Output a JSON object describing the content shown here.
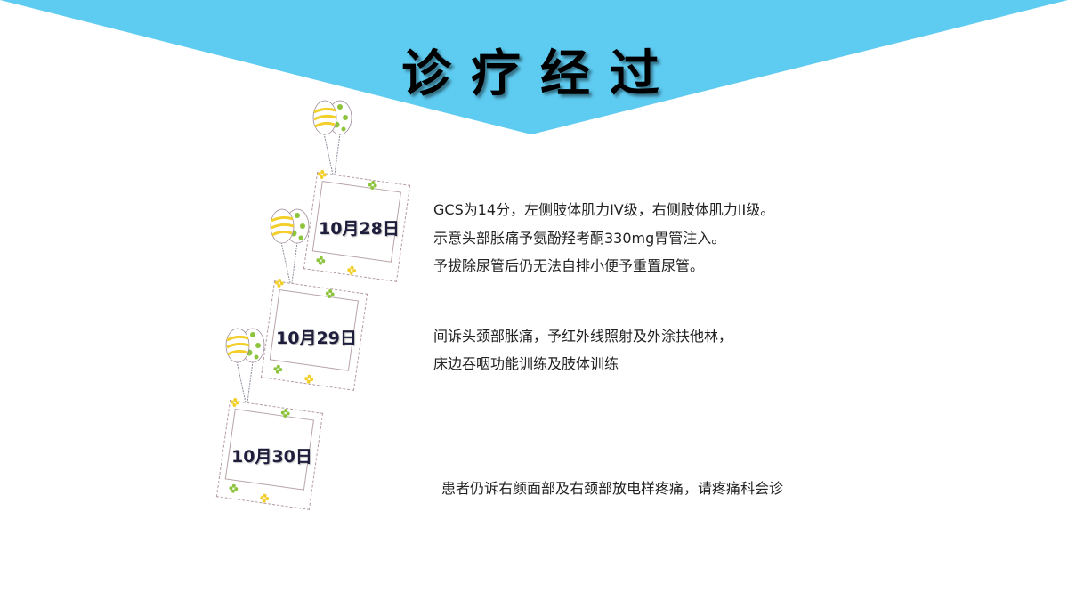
{
  "slide": {
    "title": "诊疗经过",
    "banner_color": "#5ecbf1"
  },
  "timeline": [
    {
      "date": "10月28日",
      "lines": [
        "GCS为14分，左侧肢体肌力IV级，右侧肢体肌力II级。",
        "示意头部胀痛予氨酚羟考酮330mg胃管注入。",
        "予拔除尿管后仍无法自排小便予重置尿管。"
      ]
    },
    {
      "date": "10月29日",
      "lines": [
        "间诉头颈部胀痛，予红外线照射及外涂扶他林，",
        "床边吞咽功能训练及肢体训练"
      ]
    },
    {
      "date": "10月30日",
      "lines": [
        "患者仍诉右颜面部及右颈部放电样疼痛，请疼痛科会诊"
      ]
    }
  ],
  "colors": {
    "balloon_yellow": "#f2cf2a",
    "balloon_green": "#8cc43c",
    "frame_border": "#b49ca0"
  }
}
